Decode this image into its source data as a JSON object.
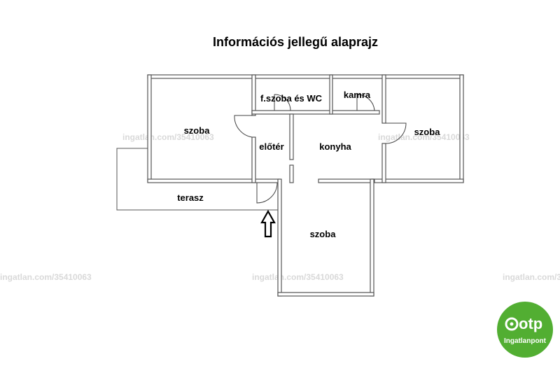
{
  "title": "Információs jellegű alaprajz",
  "rooms": {
    "szoba_left": "szoba",
    "furdo": "f.szoba és WC",
    "kamra": "kamra",
    "szoba_right": "szoba",
    "eloter": "előtér",
    "konyha": "konyha",
    "terasz": "terasz",
    "szoba_bottom": "szoba"
  },
  "watermark": "ingatlan.com/35410063",
  "logo": {
    "brand": "otp",
    "sub": "Ingatlanpont",
    "color": "#52ae32"
  },
  "icons": [
    "entrance-arrow-icon",
    "otp-logo-icon"
  ]
}
